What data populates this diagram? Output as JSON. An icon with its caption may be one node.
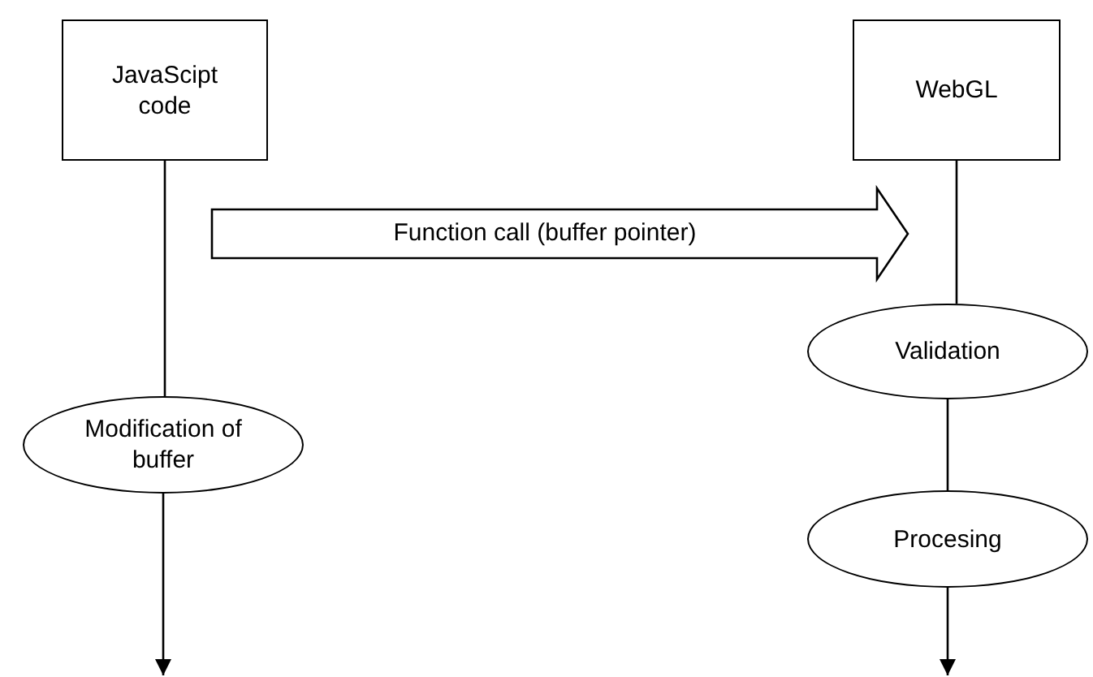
{
  "diagram": {
    "nodes": [
      {
        "text": [
          "JavaScipt code"
        ]
      },
      {
        "text": [
          "WebGL"
        ]
      },
      {
        "text": [
          "Validation"
        ]
      },
      {
        "text": [
          "Modification of buffer"
        ]
      },
      {
        "text": [
          "Procesing"
        ]
      }
    ],
    "edges": [
      {
        "from": 0,
        "to": 3,
        "arrow": "none"
      },
      {
        "from": 3,
        "to": null,
        "arrow": "to"
      },
      {
        "from": 0,
        "to": 1,
        "arrow": "to",
        "label": "Function call (buffer pointer)"
      },
      {
        "from": 1,
        "to": 2,
        "arrow": "none"
      },
      {
        "from": 2,
        "to": 4,
        "arrow": "none"
      },
      {
        "from": 4,
        "to": null,
        "arrow": "to"
      }
    ]
  }
}
